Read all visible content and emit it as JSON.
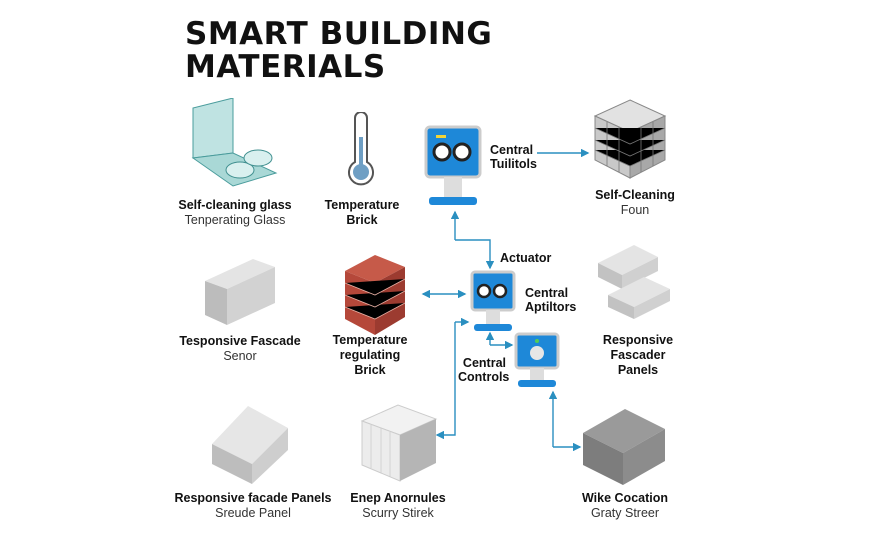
{
  "title": {
    "line1": "SMART BUILDING",
    "line2": "MATERIALS"
  },
  "materials": [
    {
      "title": "Self-cleaning glass",
      "subtitle": "Tenperating Glass"
    },
    {
      "title": "Temperature Brick",
      "subtitle": ""
    },
    {
      "title": "Self-Cleaning",
      "subtitle": "Foun"
    },
    {
      "title": "Tesponsive Fascade",
      "subtitle": "Senor"
    },
    {
      "title1": "Temperature",
      "title2": "regulating",
      "title3": "Brick"
    },
    {
      "title1": "Responsive",
      "title2": "Fascader",
      "title3": "Panels"
    },
    {
      "title": "Responsive facade Panels",
      "subtitle": "Sreude Panel"
    },
    {
      "title": "Enep Anornules",
      "subtitle": "Scurry Stirek"
    },
    {
      "title": "Wike Cocation",
      "subtitle": "Graty Streer"
    }
  ],
  "devices": {
    "top": {
      "line1": "Central",
      "line2": "Tuilitols"
    },
    "actuator": "Actuator",
    "mid": {
      "line1": "Central",
      "line2": "Aptiltors"
    },
    "controls": {
      "line1": "Central",
      "line2": "Controls"
    }
  },
  "colors": {
    "accent": "#1e88d8",
    "wire": "#2a8fc0",
    "brick": "#b5483a"
  }
}
